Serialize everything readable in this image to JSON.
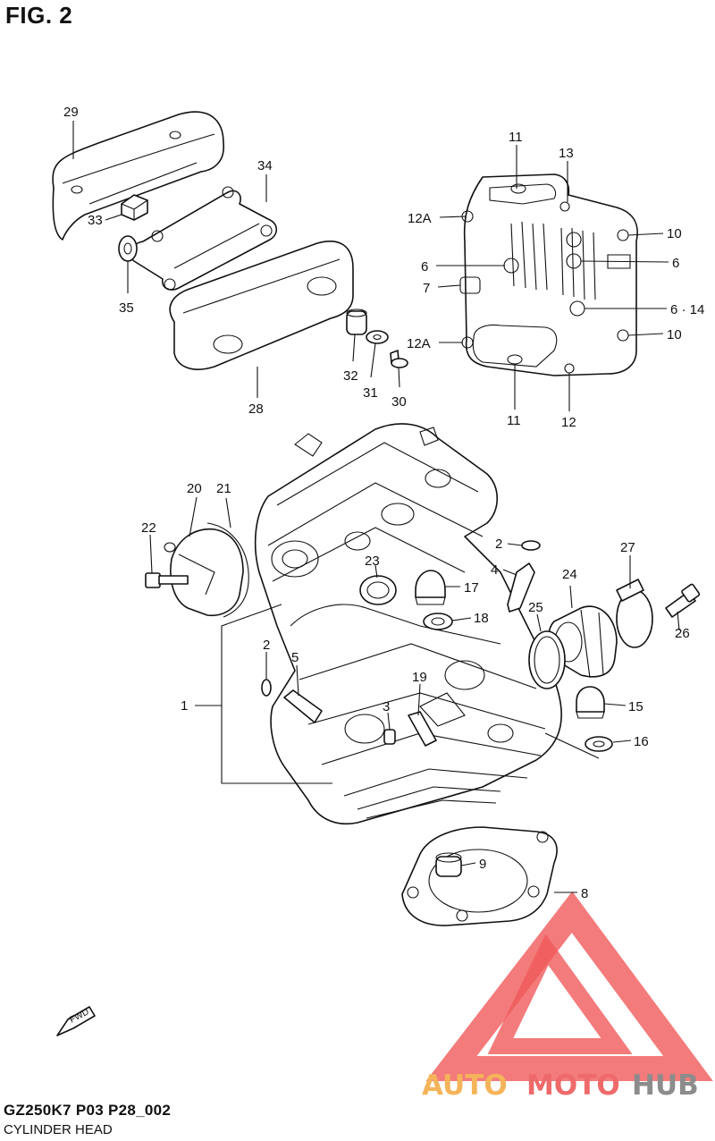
{
  "figure": {
    "title": "FIG. 2"
  },
  "footer": {
    "model_code": "GZ250K7  P03  P28_002",
    "assembly_name": "CYLINDER HEAD"
  },
  "fwd_label": "FWD",
  "watermark": {
    "brand_parts": [
      "AUTO",
      "MOTO",
      "HUB"
    ],
    "colors": {
      "logo_red": "#f05a5a",
      "auto_orange": "#f5b45a",
      "moto_red": "#ee6a6a",
      "hub_gray": "#8c8c8c"
    }
  },
  "callouts": [
    {
      "id": "c29",
      "label": "29"
    },
    {
      "id": "c34",
      "label": "34"
    },
    {
      "id": "c33",
      "label": "33"
    },
    {
      "id": "c35",
      "label": "35"
    },
    {
      "id": "c28",
      "label": "28"
    },
    {
      "id": "c32",
      "label": "32"
    },
    {
      "id": "c31",
      "label": "31"
    },
    {
      "id": "c30",
      "label": "30"
    },
    {
      "id": "c11a",
      "label": "11"
    },
    {
      "id": "c13",
      "label": "13"
    },
    {
      "id": "c12Aa",
      "label": "12A"
    },
    {
      "id": "c10a",
      "label": "10"
    },
    {
      "id": "c6a",
      "label": "6"
    },
    {
      "id": "c6b",
      "label": "6"
    },
    {
      "id": "c7",
      "label": "7"
    },
    {
      "id": "c614",
      "label": "6 · 14"
    },
    {
      "id": "c12Ab",
      "label": "12A"
    },
    {
      "id": "c10b",
      "label": "10"
    },
    {
      "id": "c11b",
      "label": "11"
    },
    {
      "id": "c12",
      "label": "12"
    },
    {
      "id": "c20",
      "label": "20"
    },
    {
      "id": "c21",
      "label": "21"
    },
    {
      "id": "c22",
      "label": "22"
    },
    {
      "id": "c2a",
      "label": "2"
    },
    {
      "id": "c4",
      "label": "4"
    },
    {
      "id": "c27",
      "label": "27"
    },
    {
      "id": "c23",
      "label": "23"
    },
    {
      "id": "c17",
      "label": "17"
    },
    {
      "id": "c24",
      "label": "24"
    },
    {
      "id": "c18",
      "label": "18"
    },
    {
      "id": "c25",
      "label": "25"
    },
    {
      "id": "c26",
      "label": "26"
    },
    {
      "id": "c2b",
      "label": "2"
    },
    {
      "id": "c5",
      "label": "5"
    },
    {
      "id": "c19",
      "label": "19"
    },
    {
      "id": "c1",
      "label": "1"
    },
    {
      "id": "c3",
      "label": "3"
    },
    {
      "id": "c15",
      "label": "15"
    },
    {
      "id": "c16",
      "label": "16"
    },
    {
      "id": "c9",
      "label": "9"
    },
    {
      "id": "c8",
      "label": "8"
    }
  ]
}
